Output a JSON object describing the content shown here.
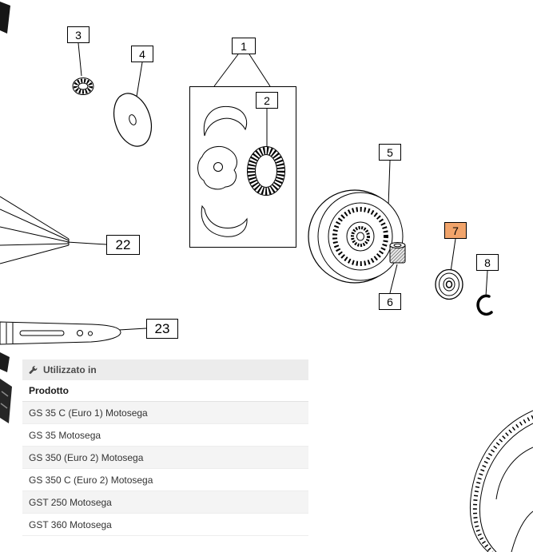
{
  "page": {
    "background": "#ffffff"
  },
  "diagram": {
    "selected_callout": "7",
    "highlight_color": "#f1a46b",
    "callouts": [
      {
        "number": "1",
        "label": "1"
      },
      {
        "number": "2",
        "label": "2"
      },
      {
        "number": "3",
        "label": "3"
      },
      {
        "number": "4",
        "label": "4"
      },
      {
        "number": "5",
        "label": "5"
      },
      {
        "number": "6",
        "label": "6"
      },
      {
        "number": "7",
        "label": "7"
      },
      {
        "number": "8",
        "label": "8"
      },
      {
        "number": "22",
        "label": "22"
      },
      {
        "number": "23",
        "label": "23"
      }
    ]
  },
  "table": {
    "title": "Utilizzato in",
    "icon": "tool-icon",
    "column_header": "Prodotto",
    "rows": [
      "GS 35 C (Euro 1) Motosega",
      "GS 35 Motosega",
      "GS 350 (Euro 2) Motosega",
      "GS 350 C (Euro 2) Motosega",
      "GST 250 Motosega",
      "GST 360 Motosega"
    ]
  }
}
